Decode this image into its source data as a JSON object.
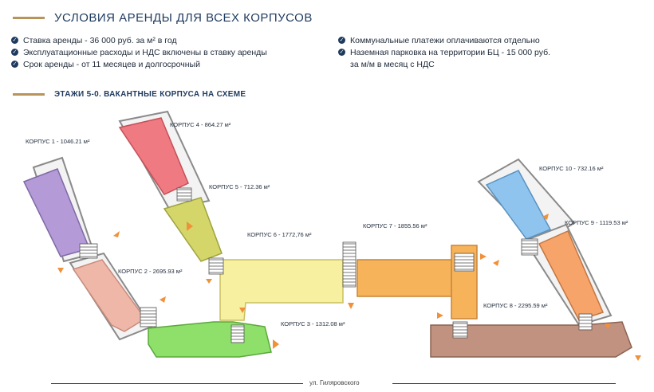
{
  "header": {
    "title": "УСЛОВИЯ АРЕНДЫ ДЛЯ ВСЕХ КОРПУСОВ"
  },
  "conditions_left": [
    "Ставка аренды - 36 000 руб. за м² в год",
    "Эксплуатационные расходы и НДС включены в ставку аренды",
    "Срок аренды - от 11 месяцев и долгосрочный"
  ],
  "conditions_right": [
    "Коммунальные платежи оплачиваются отдельно",
    "Наземная парковка на территории БЦ - 15 000 руб.",
    "за м/м в месяц с НДС"
  ],
  "section": {
    "title": "ЭТАЖИ 5-0. ВАКАНТНЫЕ КОРПУСА НА СХЕМЕ"
  },
  "buildings": {
    "k1": "КОРПУС 1 - 1046.21 м²",
    "k2": "КОРПУС 2 - 2695.93 м²",
    "k3": "КОРПУС 3 - 1312.08 м²",
    "k4": "КОРПУС 4 - 864.27 м²",
    "k5": "КОРПУС 5 - 712.36 м²",
    "k6": "КОРПУС 6 - 1772,76 м²",
    "k7": "КОРПУС 7 - 1855.56 м²",
    "k8": "КОРПУС 8 - 2295.59 м²",
    "k9": "КОРПУС 9 - 1119.53 м²",
    "k10": "КОРПУС 10 - 732.16 м²"
  },
  "street": "ул. Гиляровского",
  "colors": {
    "navy": "#1e3a5f",
    "gold": "#b8935a",
    "entrance_arrow": "#f0913a",
    "k1": "#b49ad6",
    "k2": "#efb7a8",
    "k3": "#8fe06a",
    "k4": "#f07a82",
    "k5": "#d4d66a",
    "k6": "#f6f0a0",
    "k7": "#f6b35a",
    "k8": "#c0927f",
    "k9": "#f6a46a",
    "k10": "#8fc4ef"
  }
}
